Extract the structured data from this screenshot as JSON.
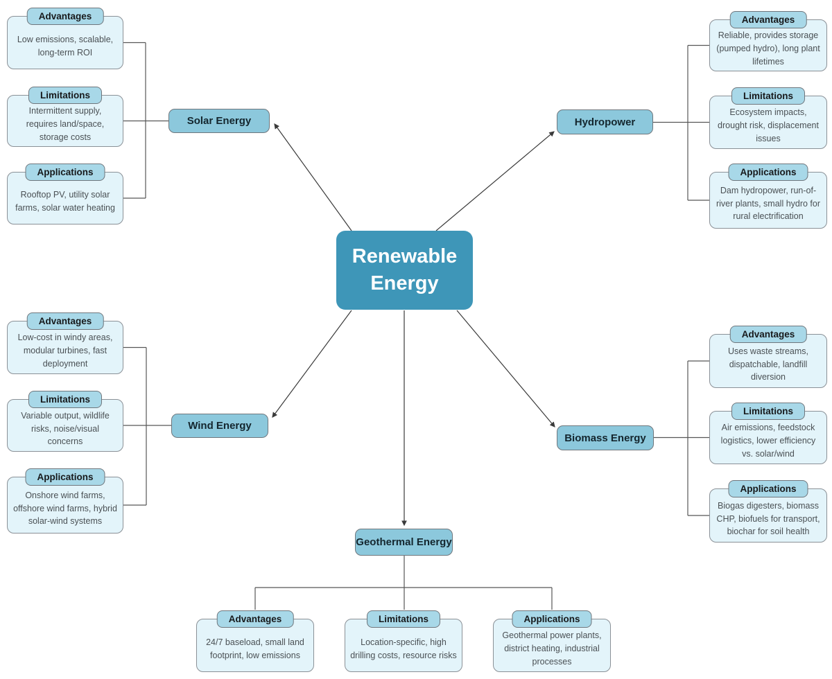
{
  "title": "Renewable Energy mind map",
  "center": {
    "label": "Renewable Energy"
  },
  "colors": {
    "center_fill": "#3e96b8",
    "branch_fill": "#8cc8dc",
    "pill_fill": "#a8d8e8",
    "card_fill": "#e3f4fa",
    "connector_line": "#565656",
    "arrow_line": "#3a3a3a"
  },
  "branches": [
    {
      "id": "solar",
      "label": "Solar Energy",
      "sections": [
        {
          "title": "Advantages",
          "body": "Low emissions, scalable, long-term ROI"
        },
        {
          "title": "Limitations",
          "body": "Intermittent supply, requires land/space, storage costs"
        },
        {
          "title": "Applications",
          "body": "Rooftop PV, utility solar farms, solar water heating"
        }
      ]
    },
    {
      "id": "hydropower",
      "label": "Hydropower",
      "sections": [
        {
          "title": "Advantages",
          "body": "Reliable, provides storage (pumped hydro), long plant lifetimes"
        },
        {
          "title": "Limitations",
          "body": "Ecosystem impacts, drought risk, displacement issues"
        },
        {
          "title": "Applications",
          "body": "Dam hydropower, run-of-river plants, small hydro for rural electrification"
        }
      ]
    },
    {
      "id": "wind",
      "label": "Wind Energy",
      "sections": [
        {
          "title": "Advantages",
          "body": "Low-cost in windy areas, modular turbines, fast deployment"
        },
        {
          "title": "Limitations",
          "body": "Variable output, wildlife risks, noise/visual concerns"
        },
        {
          "title": "Applications",
          "body": "Onshore wind farms, offshore wind farms, hybrid solar-wind systems"
        }
      ]
    },
    {
      "id": "biomass",
      "label": "Biomass Energy",
      "sections": [
        {
          "title": "Advantages",
          "body": "Uses waste streams, dispatchable, landfill diversion"
        },
        {
          "title": "Limitations",
          "body": "Air emissions, feedstock logistics, lower efficiency vs. solar/wind"
        },
        {
          "title": "Applications",
          "body": "Biogas digesters, biomass CHP, biofuels for transport, biochar for soil health"
        }
      ]
    },
    {
      "id": "geothermal",
      "label": "Geothermal Energy",
      "sections": [
        {
          "title": "Advantages",
          "body": "24/7 baseload, small land footprint, low emissions"
        },
        {
          "title": "Limitations",
          "body": "Location-specific, high drilling costs, resource risks"
        },
        {
          "title": "Applications",
          "body": "Geothermal power plants, district heating, industrial processes"
        }
      ]
    }
  ]
}
